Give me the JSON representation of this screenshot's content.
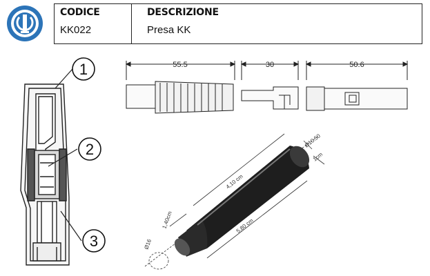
{
  "header": {
    "code_heading": "CODICE",
    "description_heading": "DESCRIZIONE",
    "code_value": "KK022",
    "description_value": "Presa KK"
  },
  "dimensions": {
    "length_body": "55.5",
    "length_pin": "30",
    "length_plug": "50.6",
    "len_a": "4,10 cm",
    "len_b": "5,80 cm",
    "len_c": "1,40cm",
    "dia_a": "Ø10.50",
    "dia_b": "Ø16",
    "gap": "1cm"
  },
  "callouts": [
    "1",
    "2",
    "3"
  ],
  "colors": {
    "logo_blue": "#2c74b8",
    "border": "#222222"
  }
}
